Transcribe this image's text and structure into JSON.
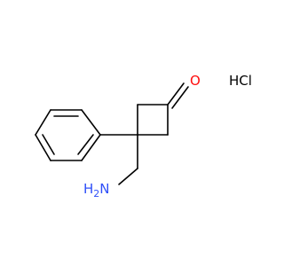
{
  "labels": {
    "oxygen": "O",
    "salt": "HCl",
    "amine_h": "H",
    "amine_sub": "2",
    "amine_n": "N"
  },
  "colors": {
    "bond": "#000000",
    "oxygen": "#ff0d0d",
    "nitrogen": "#3050f8",
    "salt": "#000000"
  }
}
